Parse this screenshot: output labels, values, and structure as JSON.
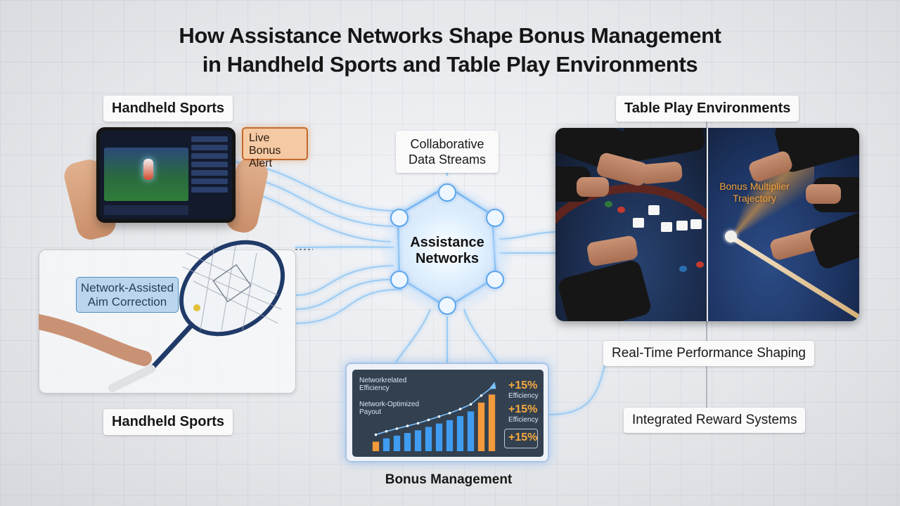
{
  "title": {
    "line1": "How Assistance Networks Shape Bonus Management",
    "line2": "in Handheld Sports and Table Play Environments"
  },
  "labels": {
    "handheld_top": "Handheld Sports",
    "handheld_bottom": "Handheld Sports",
    "table_play": "Table Play Environments",
    "collab_line1": "Collaborative",
    "collab_line2": "Data Streams",
    "live_bonus_line1": "Live Bonus",
    "live_bonus_line2": "Alert",
    "aim_line1": "Network-Assisted",
    "aim_line2": "Aim Correction",
    "hub_line1": "Assistance",
    "hub_line2": "Networks",
    "multiplier_line1": "Bonus Multiplier",
    "multiplier_line2": "Trajectory",
    "realtime": "Real-Time Performance Shaping",
    "integrated": "Integrated Reward Systems",
    "bonus_management": "Bonus Management"
  },
  "chart_data": {
    "type": "bar",
    "metrics": [
      {
        "label_line1": "Networkrelated",
        "label_line2": "Efficiency"
      },
      {
        "label_line1": "Network-Optimized",
        "label_line2": "Payout"
      }
    ],
    "badges": [
      {
        "value": "+15%",
        "caption": "Efficiency"
      },
      {
        "value": "+15%",
        "caption": "Efficiency"
      },
      {
        "value": "+15%",
        "caption": ""
      }
    ],
    "values": [
      1.4,
      1.9,
      2.3,
      2.7,
      3.1,
      3.6,
      4.1,
      4.6,
      5.2,
      5.9,
      7.2,
      8.4
    ],
    "ylim": [
      0,
      10
    ],
    "colors": {
      "cool": "#3f9cf0",
      "warm": "#f29a3c",
      "accent": "#7fc3ff"
    }
  }
}
